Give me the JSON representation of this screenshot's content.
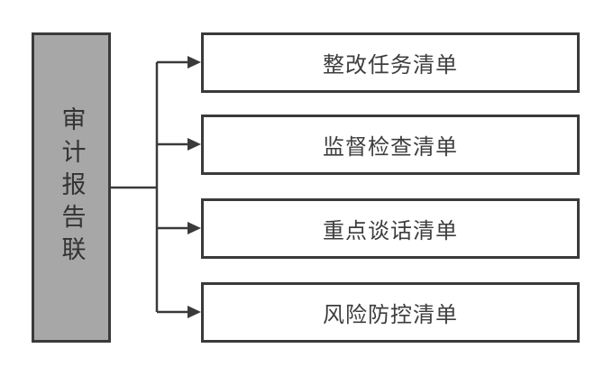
{
  "diagram": {
    "title": "audit-report-linkage-lists",
    "source": {
      "label": "审计报告联"
    },
    "lists": [
      {
        "label": "整改任务清单"
      },
      {
        "label": "监督检查清单"
      },
      {
        "label": "重点谈话清单"
      },
      {
        "label": "风险防控清单"
      }
    ]
  },
  "colors": {
    "background": "#ffffff",
    "source_fill": "#a7a7a7",
    "box_fill": "#ffffff",
    "border": "#3a3a3a",
    "line": "#3a3a3a",
    "text": "#3d3d3d"
  }
}
